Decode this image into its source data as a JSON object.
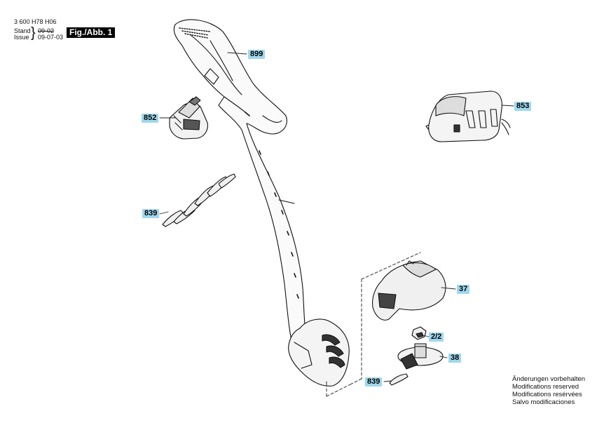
{
  "header": {
    "doc_number": "3 600 H78 H06",
    "stand_label": "Stand",
    "issue_label": "Issue",
    "stand_date": "09-02",
    "issue_date": "09-07-03",
    "figure_label": "Fig./Abb. 1"
  },
  "parts": [
    {
      "id": "899"
    },
    {
      "id": "852"
    },
    {
      "id": "853"
    },
    {
      "id": "839"
    },
    {
      "id": "37"
    },
    {
      "id": "2/2"
    },
    {
      "id": "38"
    },
    {
      "id": "839"
    }
  ],
  "notes": [
    "Änderungen vorbehalten",
    "Modifications reserved",
    "Modifications resérvées",
    "Salvo modificaciones"
  ]
}
